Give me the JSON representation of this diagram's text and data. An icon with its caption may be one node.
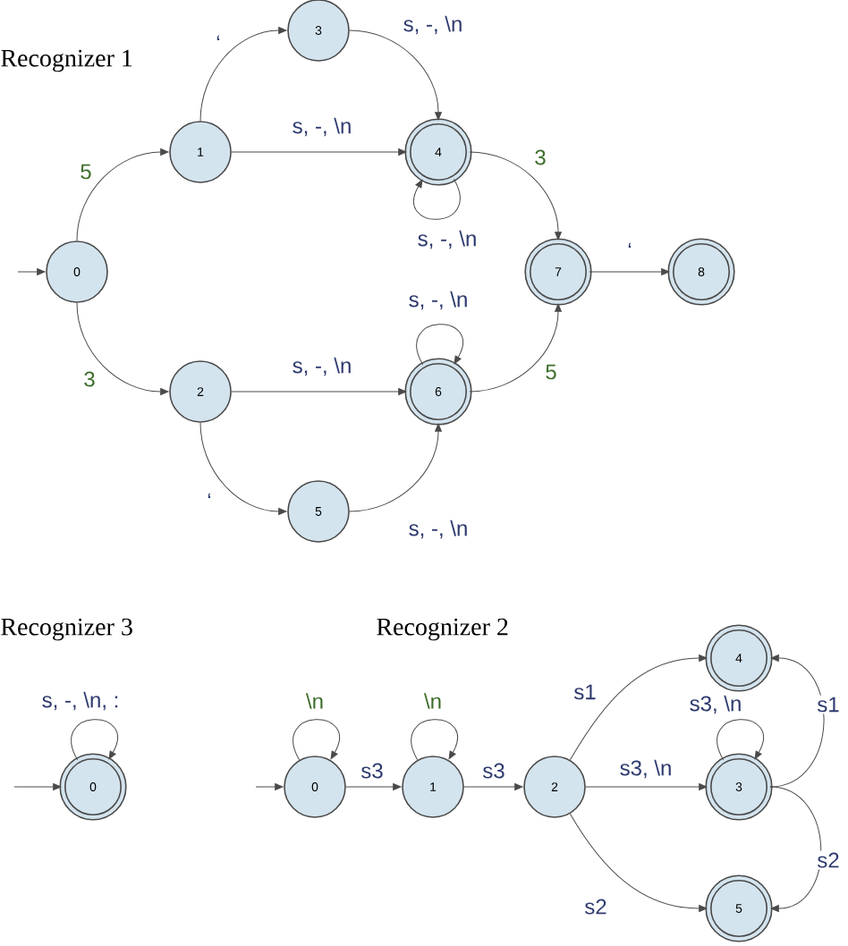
{
  "diagram": {
    "nodes": [
      {
        "text": [
          "0"
        ]
      },
      {
        "text": [
          "1"
        ]
      },
      {
        "text": [
          "2"
        ]
      },
      {
        "text": [
          "3"
        ]
      },
      {
        "text": [
          "4"
        ]
      },
      {
        "text": [
          "5"
        ]
      },
      {
        "text": [
          "6"
        ]
      },
      {
        "text": [
          "7"
        ]
      },
      {
        "text": [
          "8"
        ]
      },
      {
        "text": [
          "0"
        ]
      },
      {
        "text": [
          "0"
        ]
      },
      {
        "text": [
          "1"
        ]
      },
      {
        "text": [
          "2"
        ]
      },
      {
        "text": [
          "3"
        ]
      },
      {
        "text": [
          "4"
        ]
      },
      {
        "text": [
          "5"
        ]
      }
    ],
    "edges": [
      {
        "from": null,
        "to": 0,
        "arrow": "to"
      },
      {
        "from": 0,
        "to": 1,
        "arrow": "to",
        "label": "5"
      },
      {
        "from": 1,
        "to": 3,
        "arrow": "to",
        "label": "‘"
      },
      {
        "from": 3,
        "to": 4,
        "arrow": "to",
        "label": "s, -, \\n"
      },
      {
        "from": 1,
        "to": 4,
        "arrow": "to",
        "label": "s, -, \\n"
      },
      {
        "from": 4,
        "to": 4,
        "arrow": "to",
        "label": "s, -, \\n"
      },
      {
        "from": 4,
        "to": 7,
        "arrow": "to",
        "label": "3"
      },
      {
        "from": 7,
        "to": 8,
        "arrow": "to",
        "label": "‘"
      },
      {
        "from": 0,
        "to": 2,
        "arrow": "to",
        "label": "3"
      },
      {
        "from": 2,
        "to": 6,
        "arrow": "to",
        "label": "s, -, \\n"
      },
      {
        "from": 6,
        "to": 6,
        "arrow": "to",
        "label": "s, -, \\n"
      },
      {
        "from": 2,
        "to": 5,
        "arrow": "to",
        "label": "‘"
      },
      {
        "from": 5,
        "to": 6,
        "arrow": "to",
        "label": "s, -, \\n"
      },
      {
        "from": 6,
        "to": 7,
        "arrow": "to",
        "label": "5"
      },
      {
        "from": null,
        "to": 9,
        "arrow": "to"
      },
      {
        "from": 9,
        "to": 9,
        "arrow": "to",
        "label": "s, -, \\n, :"
      },
      {
        "from": null,
        "to": 10,
        "arrow": "to"
      },
      {
        "from": 10,
        "to": 10,
        "arrow": "to",
        "label": "\\n"
      },
      {
        "from": 10,
        "to": 11,
        "arrow": "to",
        "label": "s3"
      },
      {
        "from": 11,
        "to": 11,
        "arrow": "to",
        "label": "\\n"
      },
      {
        "from": 11,
        "to": 12,
        "arrow": "to",
        "label": "s3"
      },
      {
        "from": 12,
        "to": 14,
        "arrow": "to",
        "label": "s1"
      },
      {
        "from": 12,
        "to": 13,
        "arrow": "to",
        "label": "s3, \\n"
      },
      {
        "from": 13,
        "to": 13,
        "arrow": "to",
        "label": "s3, \\n"
      },
      {
        "from": 13,
        "to": 14,
        "arrow": "to",
        "label": "s1"
      },
      {
        "from": 12,
        "to": 15,
        "arrow": "to",
        "label": "s2"
      },
      {
        "from": 13,
        "to": 15,
        "arrow": "to",
        "label": "s2"
      }
    ],
    "labels": [
      "Recognizer 1",
      "Recognizer 3",
      "Recognizer 2"
    ]
  }
}
